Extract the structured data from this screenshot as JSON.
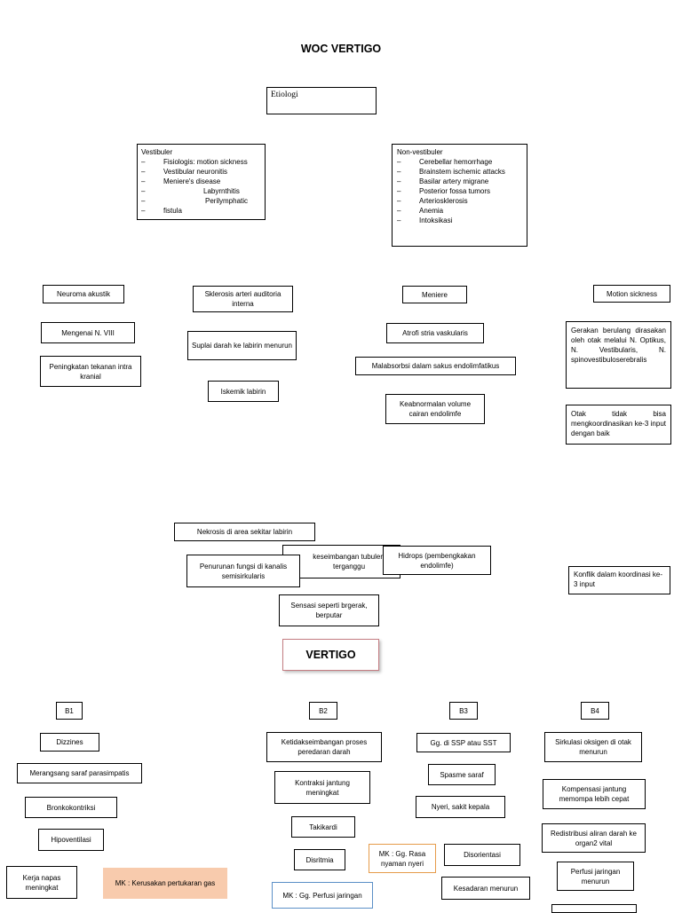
{
  "title": "WOC VERTIGO",
  "etiologi": "Etiologi",
  "vestibuler": {
    "heading": "Vestibuler",
    "items": [
      "Fisiologis: motion sickness",
      "Vestibular neuronitis",
      "Meniere's disease",
      "Labyrnthitis",
      "Perilymphatic",
      "fistula"
    ]
  },
  "non_vestibuler": {
    "heading": "Non-vestibuler",
    "items": [
      "Cerebellar hemorrhage",
      "Brainstem ischemic attacks",
      "Basilar artery migrane",
      "Posterior fossa tumors",
      "Arteriosklerosis",
      "Anemia",
      "Intoksikasi"
    ]
  },
  "nodes": {
    "neuroma": "Neuroma akustik",
    "mengenai": "Mengenai N. VIII",
    "peningkatan": "Peningkatan tekanan intra kranial",
    "sklerosis": "Sklerosis arteri auditoria interna",
    "suplai": "Suplai darah ke labirin menurun",
    "iskemik": "Iskemik labirin",
    "meniere": "Meniere",
    "atrofi": "Atrofi stria vaskularis",
    "malabsorbsi": "Malabsorbsi dalam sakus endolimfatikus",
    "keabnormalan": "Keabnormalan volume cairan endolimfe",
    "motion": "Motion sickness",
    "gerakan": "Gerakan berulang dirasakan oleh otak melalui N. Optikus, N. Vestibularis, N. spinovestibuloserebralis",
    "otak": "Otak tidak bisa mengkoordinasikan ke-3 input dengan baik",
    "nekrosis": "Nekrosis di area sekitar labirin",
    "keseimbangan": "keseimbangan tubuler) terganggu",
    "penurunan": "Penurunan fungsi di kanalis semisirkularis",
    "hidrops": "Hidrops (pembengkakan endolimfe)",
    "konflik": "Konflik dalam koordinasi ke-3 input",
    "sensasi": "Sensasi seperti brgerak, berputar",
    "vertigo": "VERTIGO"
  },
  "b1": {
    "label": "B1",
    "items": [
      "Dizzines",
      "Merangsang saraf parasimpatis",
      "Bronkokontriksi",
      "Hipoventilasi",
      "Kerja napas meningkat"
    ],
    "mk": "MK : Kerusakan pertukaran gas"
  },
  "b2": {
    "label": "B2",
    "items": [
      "Ketidakseimbangan proses peredaran darah",
      "Kontraksi jantung meningkat",
      "Takikardi",
      "Disritmia"
    ],
    "mk": "MK : Gg. Perfusi jaringan"
  },
  "b3": {
    "label": "B3",
    "items": [
      "Gg. di SSP atau SST",
      "Spasme saraf",
      "Nyeri, sakit kepala",
      "Disorientasi",
      "Kesadaran menurun"
    ],
    "mk": "MK : Gg. Rasa nyaman nyeri"
  },
  "b4": {
    "label": "B4",
    "items": [
      "Sirkulasi oksigen di otak menurun",
      "Kompensasi jantung memompa lebih cepat",
      "Redistribusi aliran darah ke organ2 vital",
      "Perfusi jaringan menurun"
    ]
  }
}
